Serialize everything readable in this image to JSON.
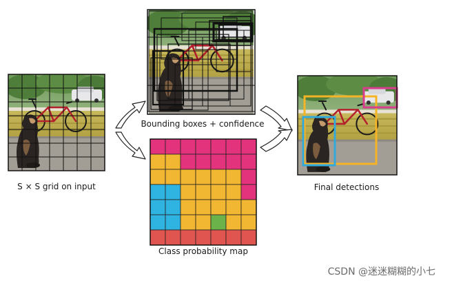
{
  "labels": {
    "grid_input": "S × S grid on input",
    "bboxes": "Bounding boxes + confidence",
    "class_map": "Class probability map",
    "final": "Final detections"
  },
  "watermark": "CSDN @迷迷糊糊的小七",
  "colors": {
    "pink": "#e4337d",
    "yellow": "#f2b732",
    "cyan": "#2fb3e0",
    "green": "#6bb24a",
    "red": "#e0554f",
    "detection_yellow": "#f5b326",
    "detection_cyan": "#32a9dd",
    "detection_magenta": "#d93d8d"
  },
  "class_map_grid": [
    [
      "pink",
      "pink",
      "pink",
      "pink",
      "pink",
      "pink",
      "pink"
    ],
    [
      "yellow",
      "yellow",
      "pink",
      "pink",
      "pink",
      "pink",
      "pink"
    ],
    [
      "yellow",
      "yellow",
      "yellow",
      "yellow",
      "yellow",
      "yellow",
      "pink"
    ],
    [
      "cyan",
      "cyan",
      "yellow",
      "yellow",
      "yellow",
      "yellow",
      "pink"
    ],
    [
      "cyan",
      "cyan",
      "yellow",
      "yellow",
      "yellow",
      "yellow",
      "yellow"
    ],
    [
      "cyan",
      "cyan",
      "yellow",
      "yellow",
      "green",
      "yellow",
      "yellow"
    ],
    [
      "red",
      "red",
      "red",
      "red",
      "red",
      "red",
      "red"
    ]
  ]
}
